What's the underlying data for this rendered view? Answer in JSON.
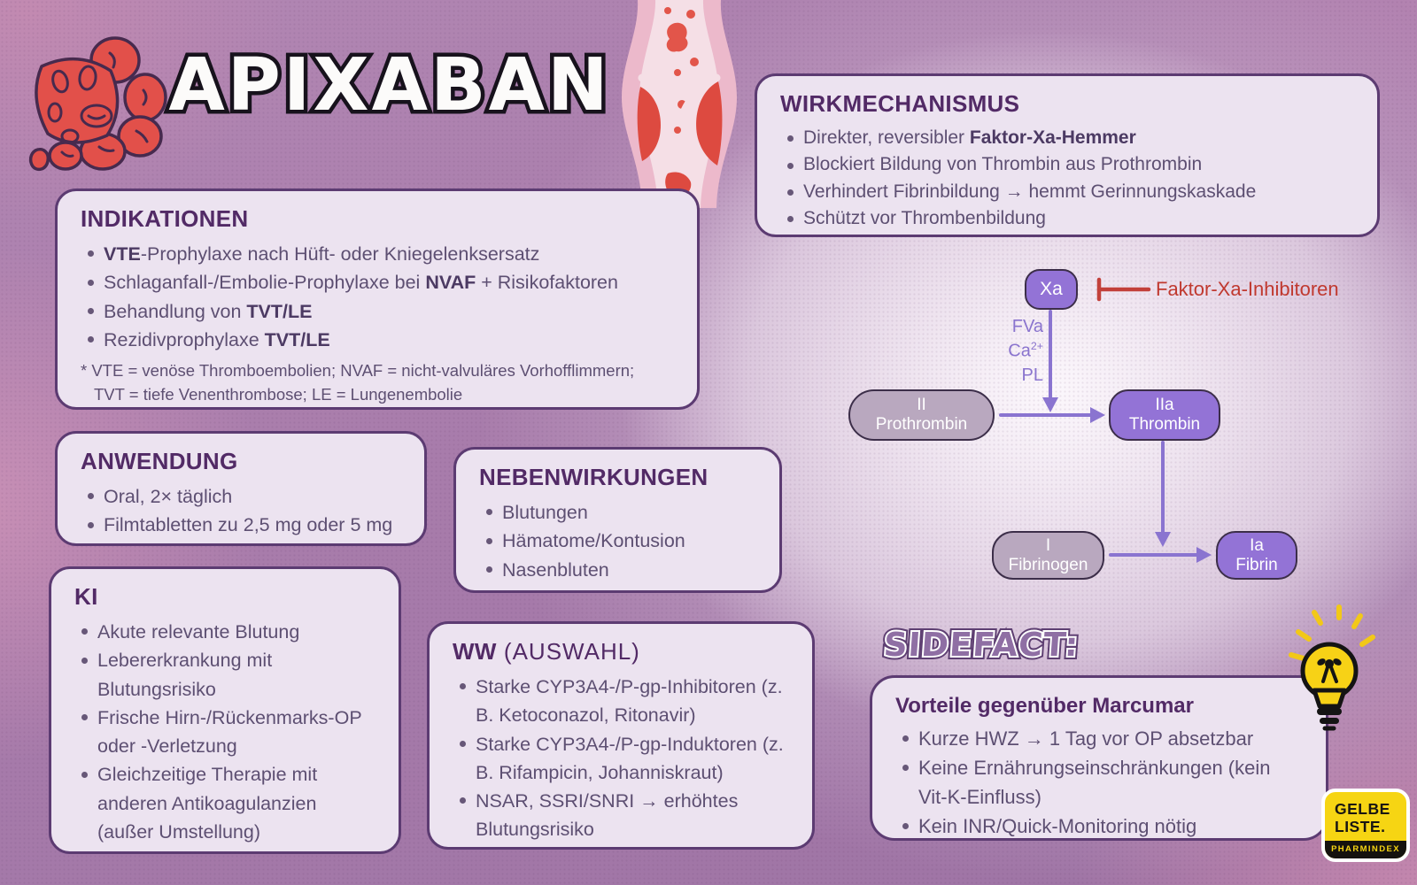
{
  "page": {
    "title": "APIXABAN"
  },
  "cards": {
    "indikationen": {
      "title": "INDIKATIONEN",
      "bullets": [
        [
          {
            "t": "VTE",
            "b": true
          },
          {
            "t": "-Prophylaxe nach Hüft- oder Kniegelenksersatz"
          }
        ],
        [
          {
            "t": "Schlaganfall-/Embolie-Prophylaxe bei "
          },
          {
            "t": "NVAF",
            "b": true
          },
          {
            "t": " + Risikofaktoren"
          }
        ],
        [
          {
            "t": "Behandlung von "
          },
          {
            "t": "TVT/LE",
            "b": true
          }
        ],
        [
          {
            "t": "Rezidivprophylaxe "
          },
          {
            "t": "TVT/LE",
            "b": true
          }
        ]
      ],
      "footnote_lines": [
        "* VTE = venöse Thromboembolien; NVAF = nicht-valvuläres Vorhofflimmern;",
        "TVT = tiefe Venenthrombose; LE = Lungenembolie"
      ]
    },
    "wirkmechanismus": {
      "title": "WIRKMECHANISMUS",
      "bullets": [
        [
          {
            "t": "Direkter, reversibler "
          },
          {
            "t": "Faktor-Xa-Hemmer",
            "b": true
          }
        ],
        [
          {
            "t": "Blockiert Bildung von Thrombin aus Prothrombin"
          }
        ],
        [
          {
            "t": "Verhindert Fibrinbildung → hemmt Gerinnungskaskade"
          }
        ],
        [
          {
            "t": "Schützt vor Thrombenbildung"
          }
        ]
      ]
    },
    "anwendung": {
      "title": "ANWENDUNG",
      "bullets": [
        [
          {
            "t": "Oral, 2× täglich"
          }
        ],
        [
          {
            "t": "Filmtabletten zu 2,5 mg oder 5 mg"
          }
        ]
      ]
    },
    "nebenwirkungen": {
      "title": "NEBENWIRKUNGEN",
      "bullets": [
        [
          {
            "t": "Blutungen"
          }
        ],
        [
          {
            "t": "Hämatome/Kontusion"
          }
        ],
        [
          {
            "t": "Nasenbluten"
          }
        ]
      ]
    },
    "ki": {
      "title": "KI",
      "bullets": [
        [
          {
            "t": "Akute relevante Blutung"
          }
        ],
        [
          {
            "t": "Lebererkrankung mit Blutungsrisiko"
          }
        ],
        [
          {
            "t": "Frische Hirn-/Rückenmarks-OP oder -Verletzung"
          }
        ],
        [
          {
            "t": "Gleichzeitige Therapie mit anderen Antikoagulanzien (außer Umstellung)"
          }
        ]
      ]
    },
    "ww": {
      "title_bold": "WW",
      "title_rest": " (AUSWAHL)",
      "bullets": [
        [
          {
            "t": "Starke CYP3A4-/P-gp-Inhibitoren (z. B. Ketoconazol, Ritonavir)"
          }
        ],
        [
          {
            "t": "Starke CYP3A4-/P-gp-Induktoren (z. B. Rifampicin, Johanniskraut)"
          }
        ],
        [
          {
            "t": "NSAR, SSRI/SNRI → erhöhtes Blutungsrisiko"
          }
        ]
      ]
    },
    "sidefact": {
      "heading": "SIDEFACT:",
      "title": "Vorteile gegenüber Marcumar",
      "bullets": [
        [
          {
            "t": "Kurze HWZ → 1 Tag vor OP absetzbar"
          }
        ],
        [
          {
            "t": "Keine Ernährungseinschränkungen (kein Vit-K-Einfluss)"
          }
        ],
        [
          {
            "t": "Kein INR/Quick-Monitoring nötig"
          }
        ]
      ]
    }
  },
  "diagram": {
    "inhibitor_label": "Faktor-Xa-Inhibitoren",
    "cofactors": [
      {
        "t": "FVa"
      },
      {
        "t": "Ca",
        "sup": "2+"
      },
      {
        "t": "PL"
      }
    ],
    "nodes": {
      "xa": {
        "line1": "Xa"
      },
      "prothrombin": {
        "line1": "II",
        "line2": "Prothrombin"
      },
      "thrombin": {
        "line1": "IIa",
        "line2": "Thrombin"
      },
      "fibrinogen": {
        "line1": "I",
        "line2": "Fibrinogen"
      },
      "fibrin": {
        "line1": "Ia",
        "line2": "Fibrin"
      }
    }
  },
  "logo": {
    "line1": "GELBE",
    "line2": "LISTE.",
    "sub": "PHARMINDEX"
  },
  "icons": {
    "blood_clot": "blood-clot-icon",
    "blood_vessel": "blood-vessel-icon",
    "lightbulb": "lightbulb-icon"
  },
  "colors": {
    "accent_red": "#c0392f",
    "node_purple": "#9373d6",
    "node_gray": "#b9a8bf",
    "card_border": "#5c3b72",
    "heading_text": "#522a66",
    "body_text": "#5d4f72",
    "logo_yellow": "#f6d513"
  }
}
